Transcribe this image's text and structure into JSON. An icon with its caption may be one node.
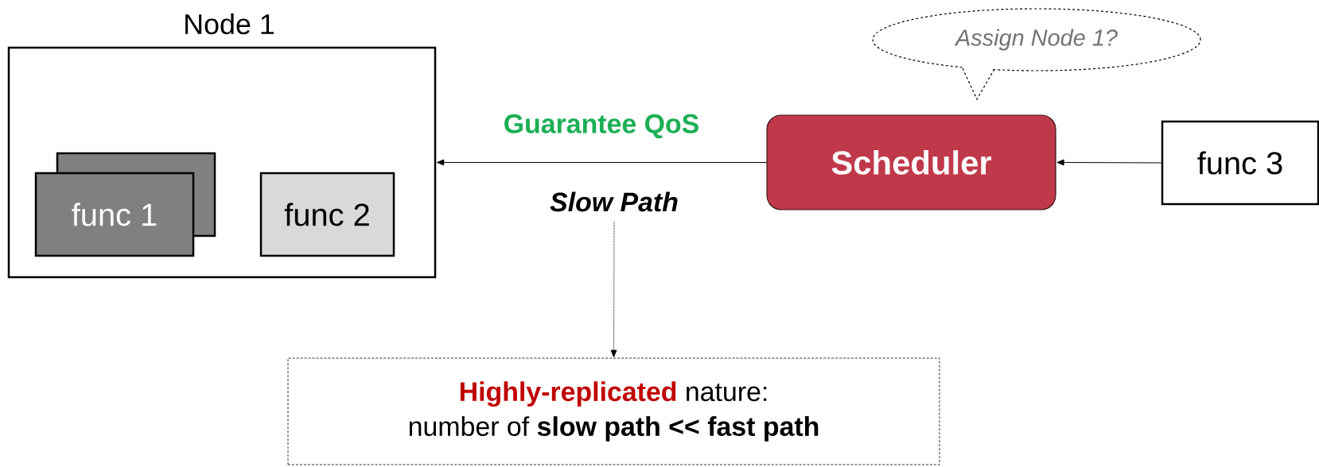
{
  "diagram": {
    "nodes": [
      {
        "text": [
          "Node 1"
        ]
      },
      {
        "text": [
          "func 1"
        ],
        "in": 0
      },
      {
        "text": [
          "func 2"
        ],
        "in": 0
      },
      {
        "text": [
          "Scheduler"
        ]
      },
      {
        "text": [
          "func 3"
        ]
      },
      {
        "text": [
          "Assign Node 1?"
        ]
      },
      {
        "text": [
          "Highly-replicated",
          "nature:",
          "number of **slow path << fast path**"
        ]
      },
      {
        "text": [
          "Slow Path"
        ]
      }
    ],
    "edges": [
      {
        "from": 3,
        "to": 0,
        "arrow": "to",
        "label": "Guarantee QoS"
      },
      {
        "from": 4,
        "to": 3,
        "arrow": "to"
      },
      {
        "from": 7,
        "to": 6,
        "arrow": "to",
        "style": "dashed"
      }
    ]
  }
}
